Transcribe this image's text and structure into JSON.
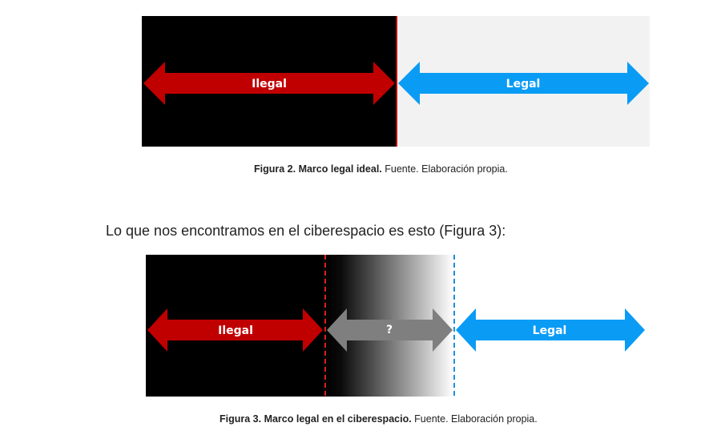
{
  "figure2": {
    "colors": {
      "illegal_bg": "#000000",
      "legal_bg": "#f2f2f2",
      "illegal_arrow": "#c00000",
      "legal_arrow": "#0a9cf5",
      "divider": "#c00000"
    },
    "illegal_label": "Ilegal",
    "legal_label": "Legal",
    "caption_bold": "Figura 2. Marco legal ideal.",
    "caption_rest": " Fuente. Elaboración propia."
  },
  "body_text": "Lo que nos encontramos en el ciberespacio es esto (Figura 3):",
  "figure3": {
    "colors": {
      "illegal_bg": "#000000",
      "gray_zone_start": "#000000",
      "gray_zone_end": "#ffffff",
      "illegal_arrow": "#c00000",
      "unknown_arrow": "#7f7f7f",
      "legal_arrow": "#0a9cf5",
      "illegal_divider": "#e0201a",
      "legal_divider": "#1e90d8"
    },
    "illegal_label": "Ilegal",
    "unknown_label": "?",
    "legal_label": "Legal",
    "caption_bold": "Figura 3. Marco legal en el ciberespacio.",
    "caption_rest": " Fuente. Elaboración propia."
  }
}
